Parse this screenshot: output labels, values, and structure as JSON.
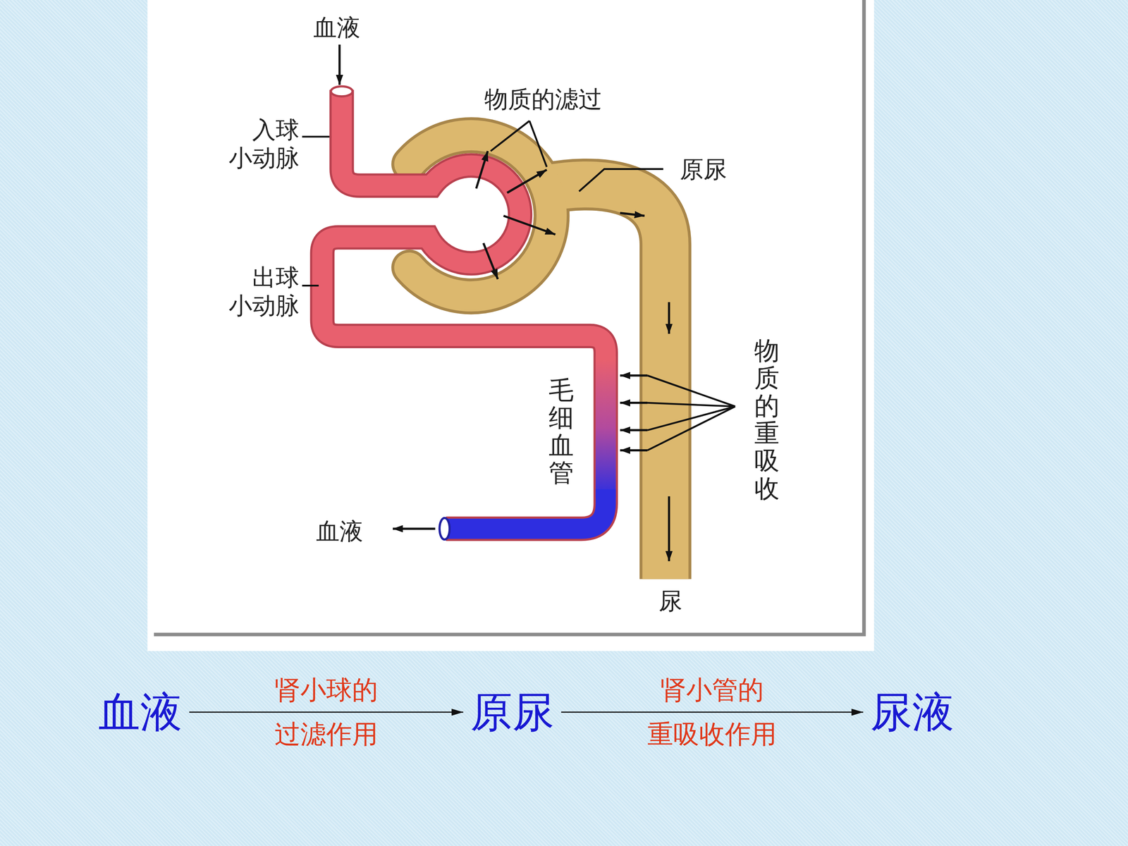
{
  "diagram": {
    "nodes": [
      {
        "text": [
          "血液"
        ]
      },
      {
        "text": [
          "原尿"
        ]
      },
      {
        "text": [
          "尿液"
        ]
      }
    ],
    "edges": [
      {
        "from": 0,
        "to": 1,
        "label": "肾小球的 过滤作用",
        "arrow": "to"
      },
      {
        "from": 1,
        "to": 2,
        "label": "肾小管的 重吸收作用",
        "arrow": "to"
      }
    ],
    "labels": [
      "血液",
      "物质的滤过",
      "入球 小动脉",
      "原尿",
      "出球 小动脉",
      "毛细血管",
      "物质的重吸收",
      "血液",
      "尿"
    ]
  }
}
